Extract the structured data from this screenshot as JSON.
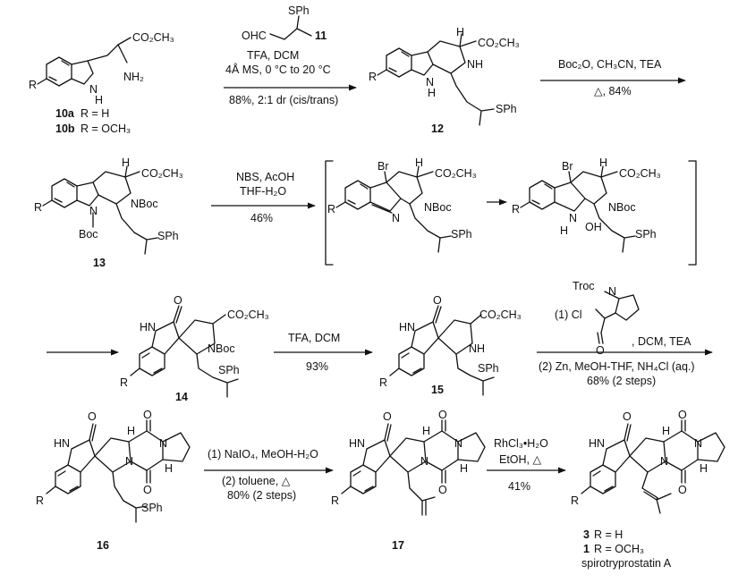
{
  "reagent11": {
    "sph": "SPh",
    "ohc": "OHC",
    "number": "11"
  },
  "compounds": {
    "c10": {
      "label_a_num": "10a",
      "label_a_text": "R = H",
      "label_b_num": "10b",
      "label_b_text": "R = OCH₃",
      "r": "R",
      "co2ch3": "CO₂CH₃",
      "nh2": "NH₂",
      "nh": "N",
      "h": "H"
    },
    "c12": {
      "number": "12",
      "r": "R",
      "h": "H",
      "co2ch3": "CO₂CH₃",
      "nh": "NH",
      "n": "N",
      "h2": "H",
      "sph": "SPh"
    },
    "c13": {
      "number": "13",
      "r": "R",
      "h": "H",
      "co2ch3": "CO₂CH₃",
      "nboc": "NBoc",
      "n": "N",
      "boc": "Boc",
      "sph": "SPh"
    },
    "int1": {
      "br": "Br",
      "h": "H",
      "co2ch3": "CO₂CH₃",
      "r": "R",
      "n": "N",
      "nboc": "NBoc",
      "sph": "SPh"
    },
    "int2": {
      "br": "Br",
      "h": "H",
      "co2ch3": "CO₂CH₃",
      "r": "R",
      "n": "N",
      "h2": "H",
      "oh": "OH",
      "nboc": "NBoc",
      "sph": "SPh"
    },
    "c14": {
      "number": "14",
      "o": "O",
      "hn": "HN",
      "co2ch3": "CO₂CH₃",
      "nboc": "NBoc",
      "r": "R",
      "sph": "SPh"
    },
    "c15": {
      "number": "15",
      "o": "O",
      "hn": "HN",
      "co2ch3": "CO₂CH₃",
      "nh": "NH",
      "r": "R",
      "sph": "SPh"
    },
    "c16": {
      "number": "16",
      "o": "O",
      "hn": "HN",
      "h": "H",
      "o2": "O",
      "n": "N",
      "n2": "N",
      "o3": "O",
      "h2": "H",
      "r": "R",
      "sph": "SPh"
    },
    "c17": {
      "number": "17",
      "o": "O",
      "hn": "HN",
      "h": "H",
      "o2": "O",
      "n": "N",
      "n2": "N",
      "o3": "O",
      "h2": "H",
      "r": "R"
    },
    "product": {
      "o": "O",
      "hn": "HN",
      "h": "H",
      "o2": "O",
      "n": "N",
      "n2": "N",
      "o3": "O",
      "h2": "H",
      "r": "R",
      "label_3_num": "3",
      "label_3_text": "R = H",
      "label_1_num": "1",
      "label_1_text": "R = OCH₃",
      "name": "spirotryprostatin A"
    }
  },
  "steps": {
    "s1": {
      "line1": "TFA, DCM",
      "line2": "4Å MS, 0 °C to 20 °C",
      "line3": "88%, 2:1 dr (cis/trans)"
    },
    "s2": {
      "line1": "Boc₂O, CH₃CN, TEA",
      "line2": "△, 84%"
    },
    "s3": {
      "line1": "NBS, AcOH",
      "line2": "THF-H₂O",
      "line3": "46%"
    },
    "s5": {
      "line1": "TFA, DCM",
      "line2": "93%"
    },
    "s6": {
      "troc": "Troc",
      "n": "N",
      "cl": "(1) Cl",
      "o": "O",
      "suffix": ", DCM, TEA",
      "line2": "(2) Zn, MeOH-THF, NH₄Cl (aq.)",
      "line3": "68% (2 steps)"
    },
    "s7": {
      "line1": "(1) NaIO₄, MeOH-H₂O",
      "line2": "(2) toluene, △",
      "line3": "80% (2 steps)"
    },
    "s8": {
      "line1": "RhCl₃•H₂O",
      "line2": "EtOH, △",
      "line3": "41%"
    }
  }
}
